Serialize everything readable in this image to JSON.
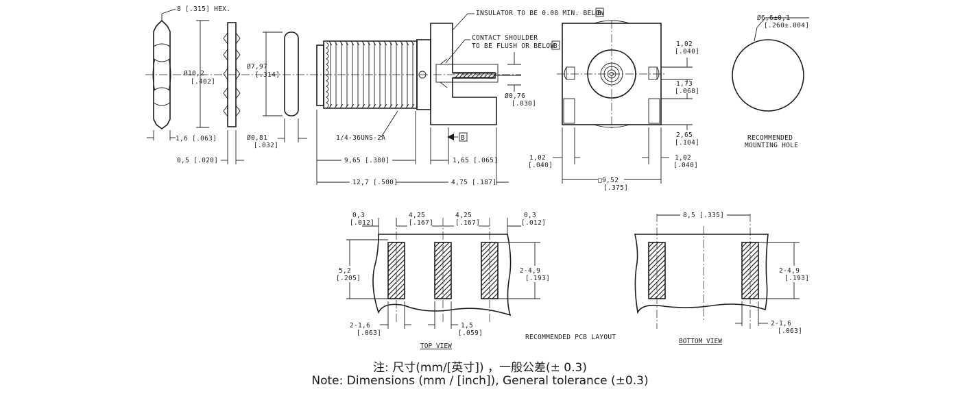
{
  "labels": {
    "hex": "8 [.315] HEX.",
    "insulator_note": "INSULATOR TO BE 0.08 MIN. BELOW",
    "datum": "B",
    "contact_note_1": "CONTACT SHOULDER",
    "contact_note_2": "TO BE FLUSH OR BELOW",
    "hole_dia": "Ø6,6±0,1",
    "hole_dia_in": "[.260±.004]",
    "nut_dia": "Ø10,2",
    "nut_dia_in": "[.402]",
    "washer_dia": "Ø7,97",
    "washer_dia_in": "[.314]",
    "pin_dia": "Ø0,76",
    "pin_dia_in": "[.030]",
    "dim_102_a": "1,02",
    "dim_102_a_in": "[.040]",
    "dim_173": "1,73",
    "dim_173_in": "[.068]",
    "dim_265": "2,65",
    "dim_265_in": "[.104]",
    "rec_hole_1": "RECOMMENDED",
    "rec_hole_2": "MOUNTING HOLE",
    "dim_16": "1,6 [.063]",
    "dim_081": "Ø0,81",
    "dim_081_in": "[.032]",
    "thread": "1/4-36UNS-2A",
    "dim_05": "0,5 [.020]",
    "dim_965": "9,65 [.380]",
    "dim_165": "1,65 [.065]",
    "dim_102_b": "1,02",
    "dim_102_b_in": "[.040]",
    "dim_102_c": "1,02",
    "dim_102_c_in": "[.040]",
    "dim_127": "12,7 [.500]",
    "dim_475": "4,75 [.187]",
    "dim_952": "□9,52",
    "dim_952_in": "[.375]",
    "pcb_03_l": "0,3",
    "pcb_03_l_in": "[.012]",
    "pcb_425_l": "4,25",
    "pcb_425_l_in": "[.167]",
    "pcb_425_r": "4,25",
    "pcb_425_r_in": "[.167]",
    "pcb_03_r": "0,3",
    "pcb_03_r_in": "[.012]",
    "pcb_52": "5,2",
    "pcb_52_in": "[.205]",
    "pcb_249": "2-4,9",
    "pcb_249_in": "[.193]",
    "pcb_216": "2-1,6",
    "pcb_216_in": "[.063]",
    "pcb_15": "1,5",
    "pcb_15_in": "[.059]",
    "top_view": "TOP VIEW",
    "pcb_layout": "RECOMMENDED PCB LAYOUT",
    "bot_85": "8,5 [.335]",
    "bot_249": "2-4,9",
    "bot_249_in": "[.193]",
    "bot_216": "2-1,6",
    "bot_216_in": "[.063]",
    "bottom_view": "BOTTOM VIEW"
  },
  "notes": {
    "cn": "注: 尺寸(mm/[英寸]) ，一般公差(± 0.3)",
    "en": "Note: Dimensions (mm / [inch]), General tolerance (±0.3)"
  }
}
